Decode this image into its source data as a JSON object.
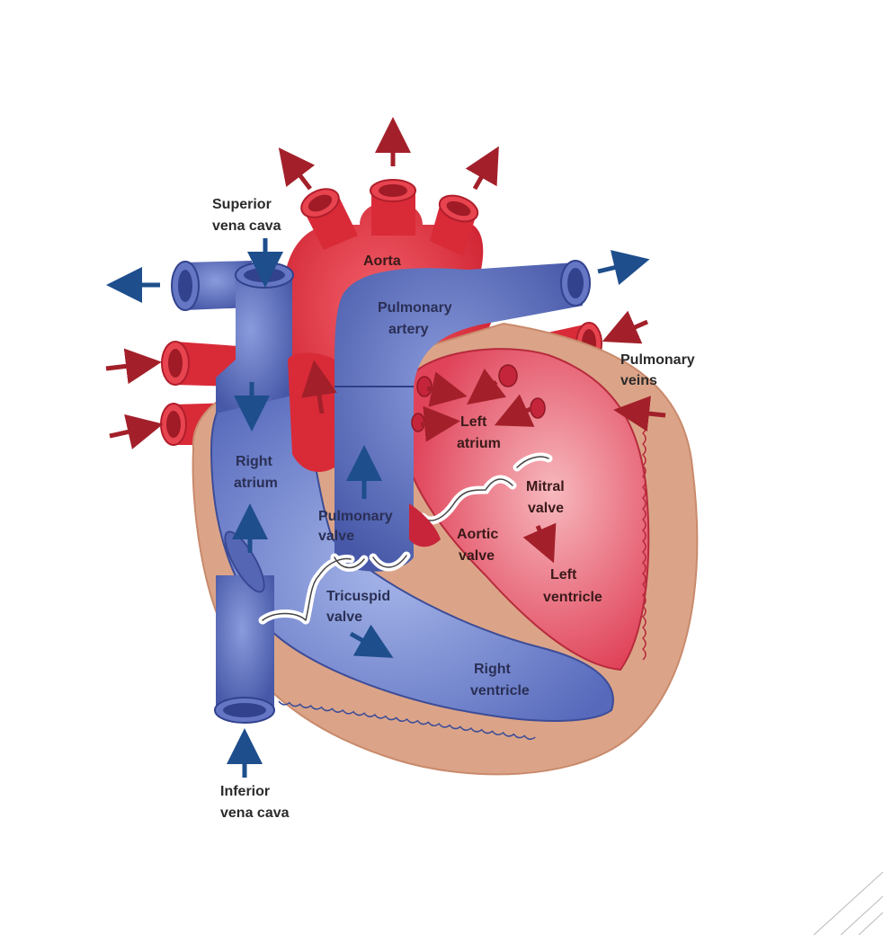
{
  "labels": {
    "superior_vena_cava": [
      "Superior",
      "vena cava"
    ],
    "aorta": [
      "Aorta"
    ],
    "pulmonary_artery": [
      "Pulmonary",
      "artery"
    ],
    "pulmonary_veins": [
      "Pulmonary",
      "veins"
    ],
    "left_atrium": [
      "Left",
      "atrium"
    ],
    "right_atrium": [
      "Right",
      "atrium"
    ],
    "mitral_valve": [
      "Mitral",
      "valve"
    ],
    "pulmonary_valve": [
      "Pulmonary",
      "valve"
    ],
    "aortic_valve": [
      "Aortic",
      "valve"
    ],
    "left_ventricle": [
      "Left",
      "ventricle"
    ],
    "tricuspid_valve": [
      "Tricuspid",
      "valve"
    ],
    "right_ventricle": [
      "Right",
      "ventricle"
    ],
    "inferior_vena_cava": [
      "Inferior",
      "vena cava"
    ]
  },
  "colors": {
    "oxygenated": "#e0303f",
    "deoxygenated": "#4f5fb0",
    "muscle": "#dba488",
    "arrow_red": "#a3202a",
    "arrow_blue": "#1e4e8c"
  }
}
